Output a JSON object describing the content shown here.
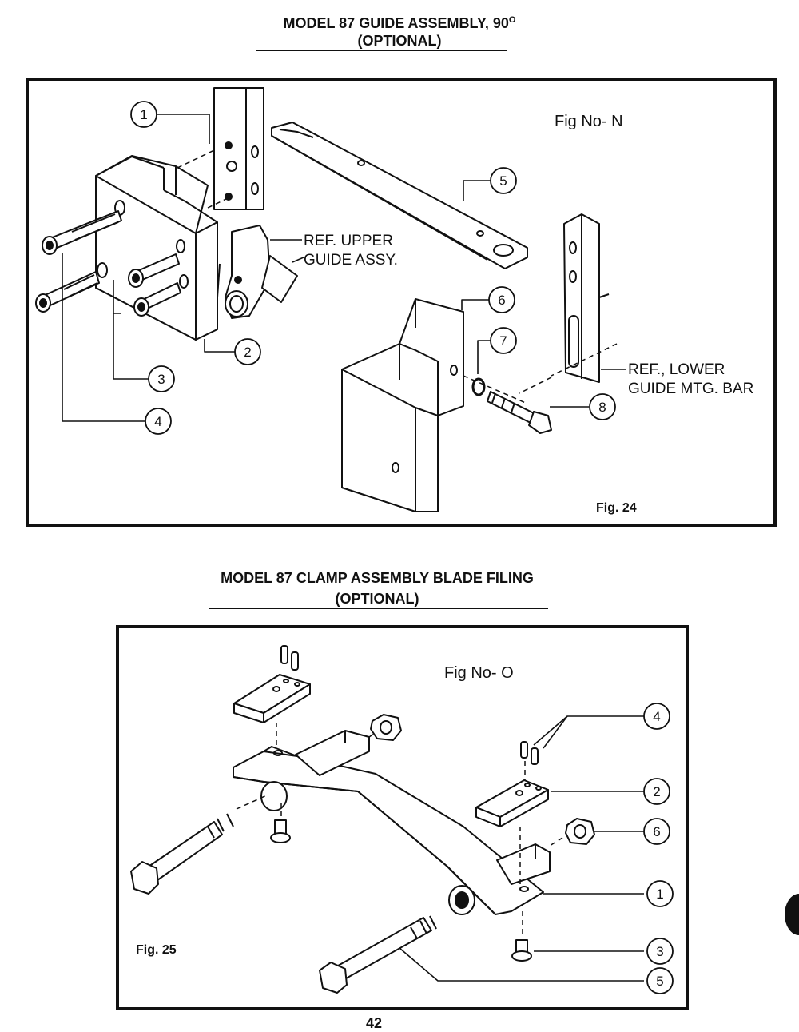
{
  "figure_n": {
    "title_line1": "MODEL 87 GUIDE ASSEMBLY, 90",
    "title_degree": "O",
    "title_line2": "(OPTIONAL)",
    "fig_no": "Fig No- N",
    "fig_caption": "Fig. 24",
    "ref_upper_1": "REF. UPPER",
    "ref_upper_2": "GUIDE  ASSY.",
    "ref_lower_1": "REF., LOWER",
    "ref_lower_2": "GUIDE  MTG. BAR",
    "callouts": [
      "1",
      "5",
      "6",
      "7",
      "8",
      "2",
      "3",
      "4"
    ]
  },
  "figure_o": {
    "title_line1": "MODEL 87 CLAMP ASSEMBLY BLADE FILING",
    "title_line2": "(OPTIONAL)",
    "fig_no": "Fig No- O",
    "fig_caption": "Fig. 25",
    "callouts": [
      "4",
      "2",
      "6",
      "1",
      "3",
      "5"
    ]
  },
  "page_number": "42"
}
